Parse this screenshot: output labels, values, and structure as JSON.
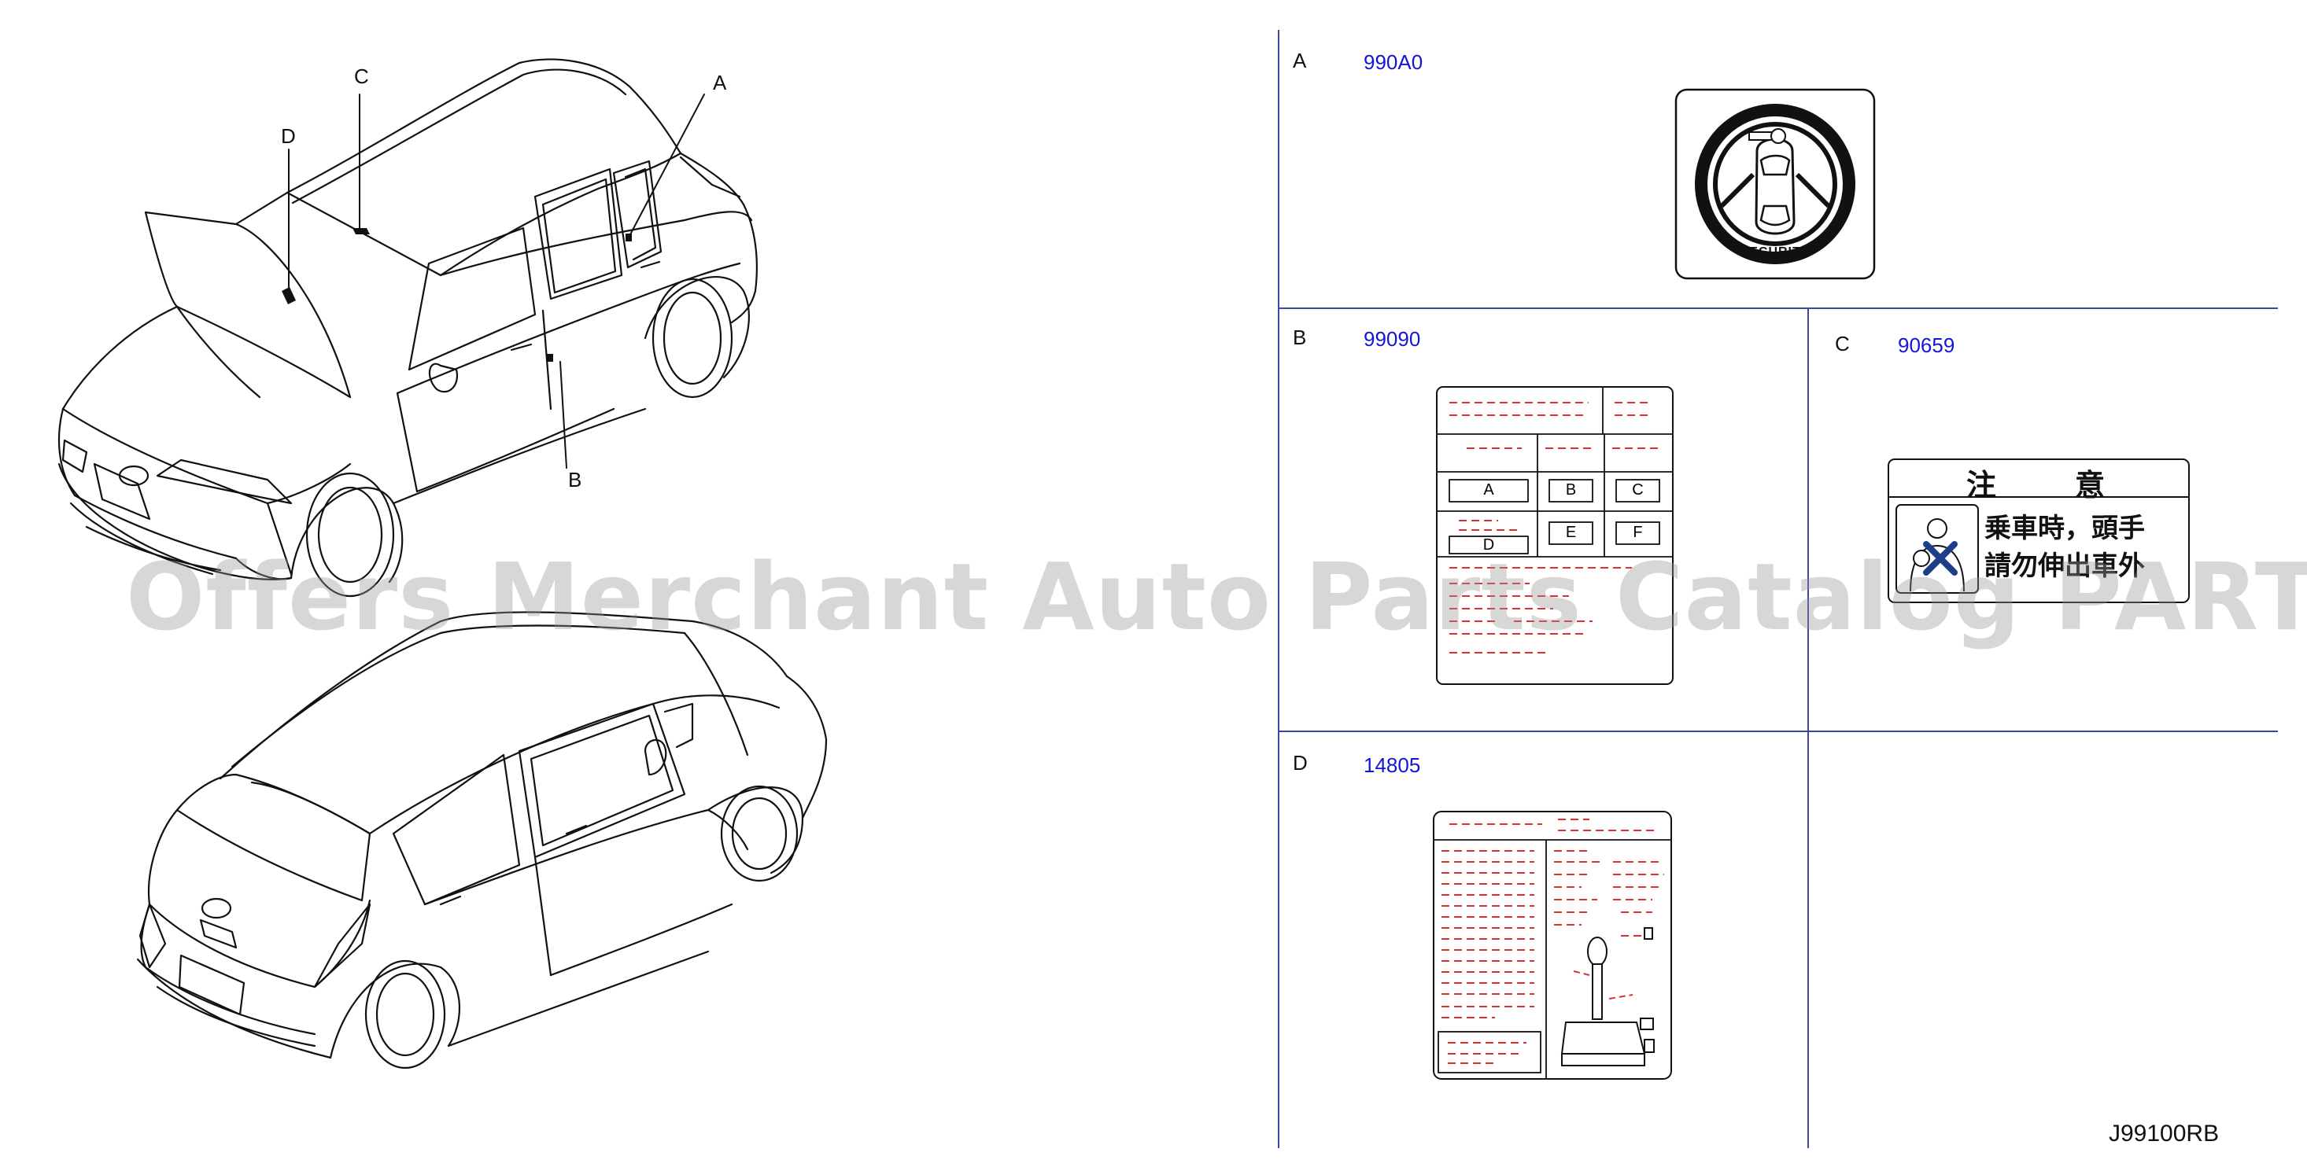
{
  "callouts": {
    "A": "A",
    "B": "B",
    "C": "C",
    "D": "D"
  },
  "panels": [
    {
      "letter": "A",
      "part_number": "990A0"
    },
    {
      "letter": "B",
      "part_number": "99090"
    },
    {
      "letter": "C",
      "part_number": "90659"
    },
    {
      "letter": "D",
      "part_number": "14805"
    }
  ],
  "label_a": {
    "text": "SECURITY"
  },
  "label_b": {
    "cells": [
      "A",
      "B",
      "C",
      "D",
      "E",
      "F"
    ]
  },
  "label_c": {
    "heading": "注　　意",
    "line1": "乗車時，頭手",
    "line2": "請勿伸出車外"
  },
  "watermark": "Offers Merchant Auto Parts Catalog PARTSTORE.SA",
  "doc_code": "J99100RB",
  "colors": {
    "part_number": "#1515d8",
    "placeholder_text": "#e03030",
    "grid_line": "#3a4aa0"
  }
}
